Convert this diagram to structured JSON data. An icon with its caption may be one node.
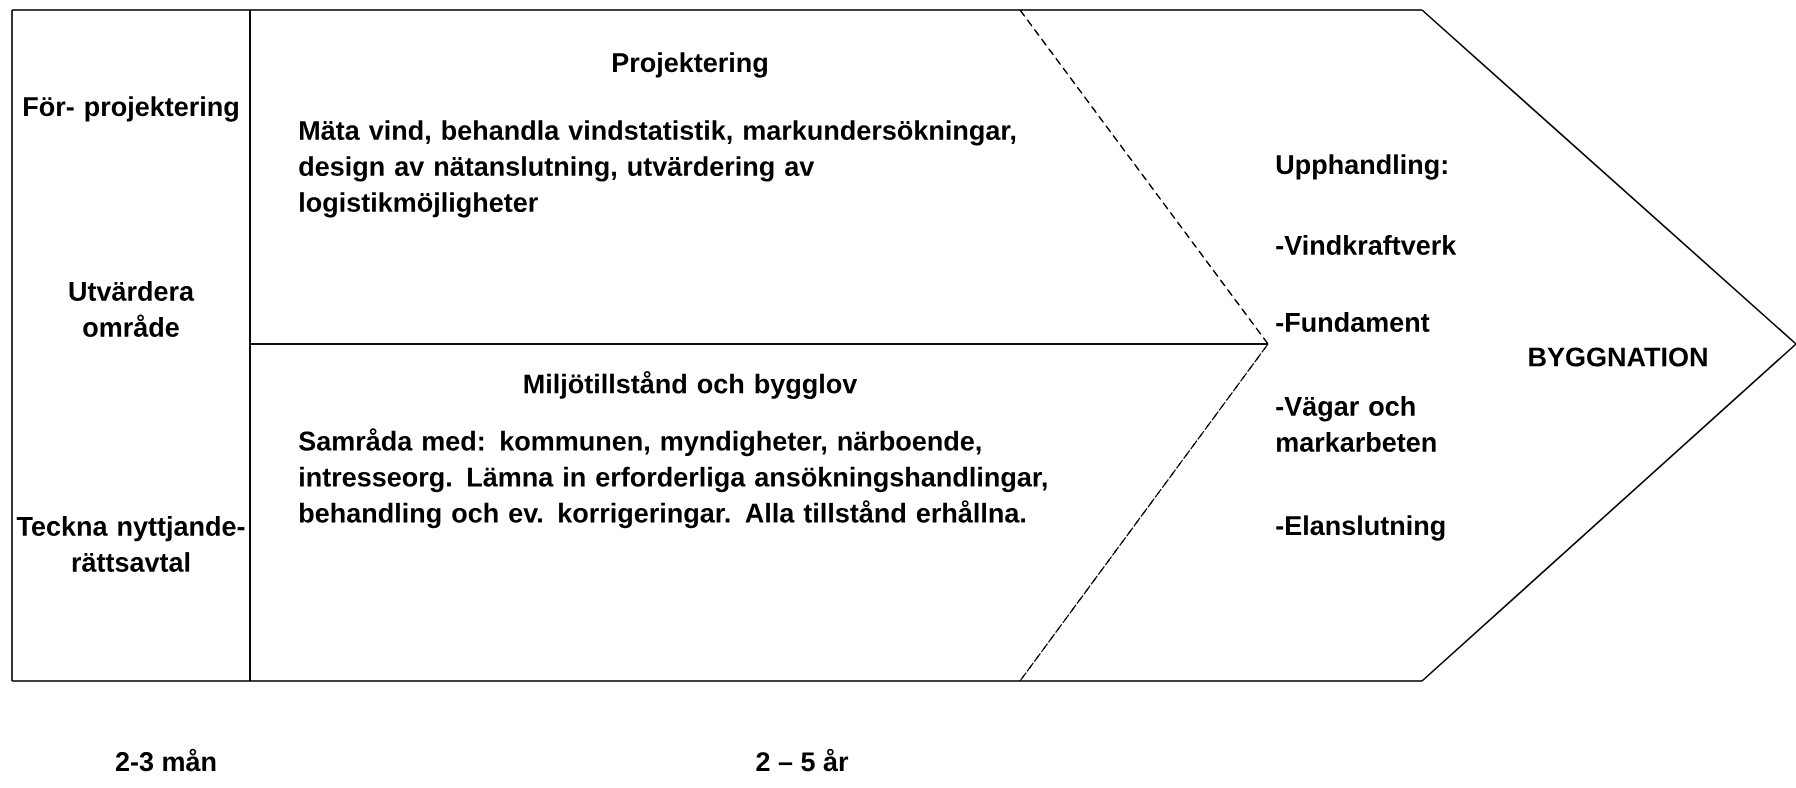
{
  "diagram": {
    "nodes": [
      {
        "text": [
          "För- projektering",
          "Utvärdera område",
          "Teckna nyttjande- rättsavtal"
        ]
      },
      {
        "text": [
          "Projektering",
          "Mäta vind, behandla vindstatistik, markundersökningar, design av nätanslutning, utvärdering av logistikmöjligheter"
        ]
      },
      {
        "text": [
          "Miljötillstånd och bygglov",
          "Samråda med: kommunen, myndigheter, närboende, intresseorg. Lämna in erforderliga ansökningshandlingar, behandling och ev. korrigeringar. Alla tillstånd erhållna."
        ]
      },
      {
        "text": [
          "Upphandling:",
          "-Vindkraftverk",
          "-Fundament",
          "-Vägar och markarbeten",
          "-Elanslutning",
          "BYGGNATION"
        ]
      }
    ],
    "labels": [
      "2-3 mån",
      "2 – 5 år"
    ]
  }
}
